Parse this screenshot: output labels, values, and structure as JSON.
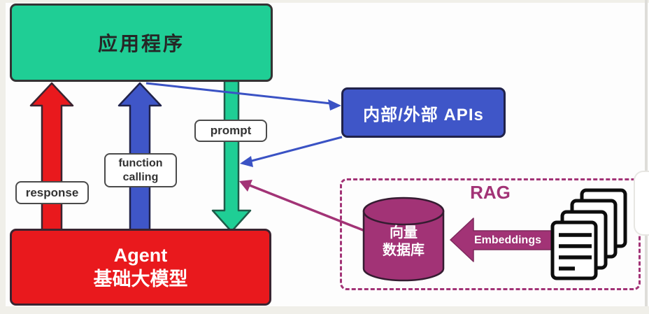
{
  "colors": {
    "app_green": "#1fce95",
    "agent_red": "#e9191d",
    "api_blue": "#3f56c8",
    "line_blue": "#3a52c4",
    "rag_purple": "#a23376",
    "label_border_gray": "#4b4b4b",
    "doc_black": "#0d0d0d",
    "frame_gray": "#f0efe9"
  },
  "app_box": {
    "label": "应用程序"
  },
  "agent_box": {
    "title": "Agent",
    "subtitle": "基础大模型"
  },
  "api_box": {
    "label": "内部/外部 APIs"
  },
  "flow_labels": {
    "response": "response",
    "function_calling_line1": "function",
    "function_calling_line2": "calling",
    "prompt": "prompt"
  },
  "rag": {
    "title": "RAG",
    "vector_db_line1": "向量",
    "vector_db_line2": "数据库",
    "embeddings": "Embeddings"
  },
  "icons": {
    "database": "database-cylinder-icon",
    "documents": "documents-stack-icon"
  }
}
